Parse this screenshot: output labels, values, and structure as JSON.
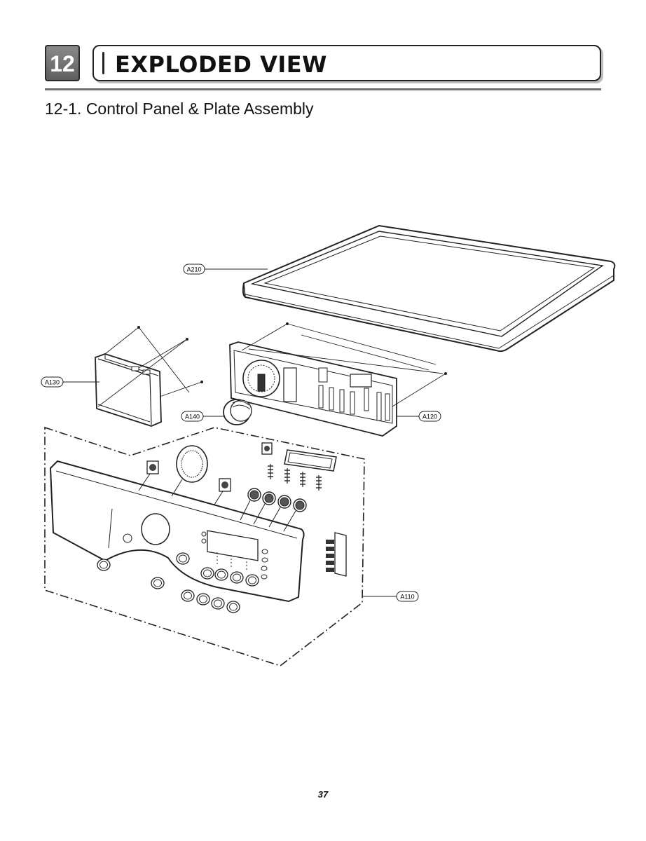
{
  "header": {
    "chapter_number": "12",
    "title": "EXPLODED VIEW"
  },
  "section_title": "12-1. Control Panel & Plate Assembly",
  "callouts": {
    "a210": "A210",
    "a130": "A130",
    "a140": "A140",
    "a120": "A120",
    "a110": "A110"
  },
  "page_number": "37"
}
